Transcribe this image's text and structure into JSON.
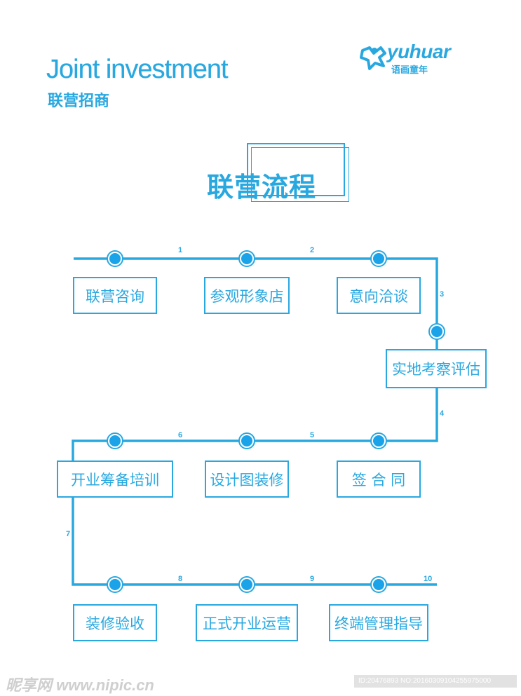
{
  "header": {
    "title_en": "Joint investment",
    "title_zh": "联营招商"
  },
  "logo": {
    "brand": "yuhuar",
    "subtitle": "语画童年"
  },
  "diagram": {
    "title": "联营流程",
    "steps": [
      "联营咨询",
      "参观形象店",
      "意向洽谈",
      "实地考察评估",
      "签 合 同",
      "设计图装修",
      "开业筹备培训",
      "装修验收",
      "正式开业运营",
      "终端管理指导"
    ],
    "numbers": [
      "1",
      "2",
      "3",
      "4",
      "5",
      "6",
      "7",
      "8",
      "9",
      "10"
    ]
  },
  "colors": {
    "accent": "#29a8e0",
    "node_fill": "#1aa3e8"
  },
  "watermark": {
    "left": "昵享网 www.nipic.cn",
    "right": "ID:20476893 NO:20160309104255975000"
  }
}
